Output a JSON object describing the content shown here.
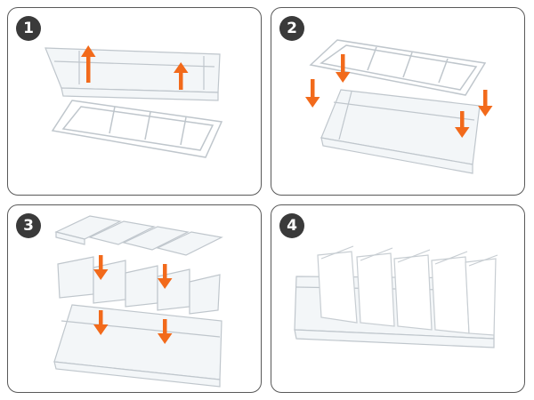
{
  "steps": [
    {
      "number": "1"
    },
    {
      "number": "2"
    },
    {
      "number": "3"
    },
    {
      "number": "4"
    }
  ],
  "colors": {
    "arrow": "#f26a1b",
    "badge": "#3a3a3a",
    "border": "#595959",
    "plastic_stroke": "#bfc6cc",
    "plastic_fill": "#f3f6f8"
  },
  "icons": {
    "arrow_up": "arrow-up-icon",
    "arrow_down": "arrow-down-icon"
  }
}
